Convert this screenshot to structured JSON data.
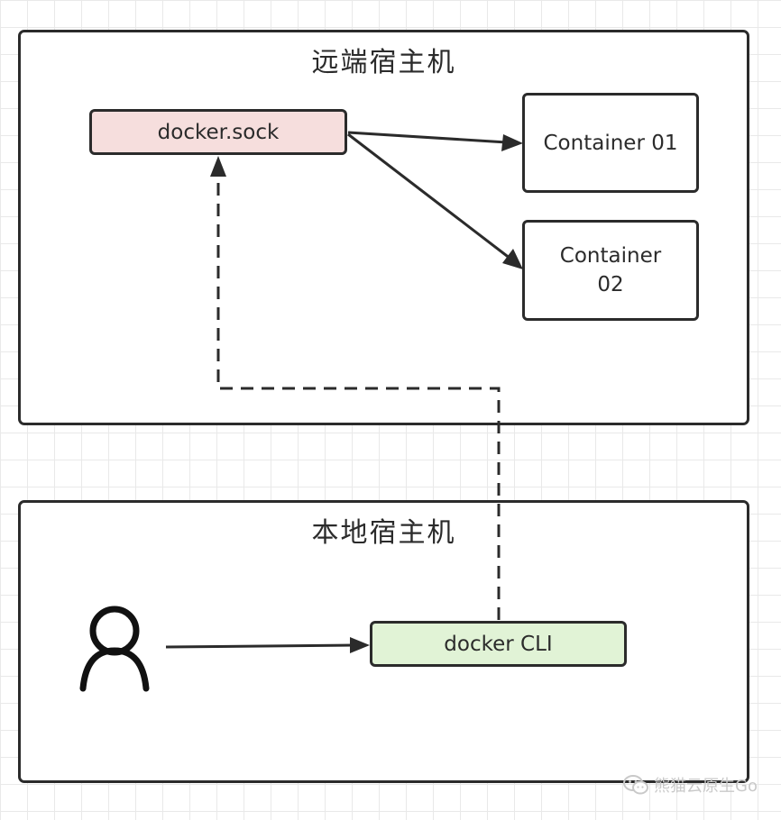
{
  "remote_host": {
    "title": "远端宿主机",
    "socket_label": "docker.sock",
    "containers": [
      {
        "label": "Container 01"
      },
      {
        "label": "Container\n02"
      }
    ]
  },
  "local_host": {
    "title": "本地宿主机",
    "cli_label": "docker CLI"
  },
  "colors": {
    "socket_fill": "#f6dedd",
    "cli_fill": "#e1f3d6",
    "stroke": "#2b2b2b"
  },
  "icons": {
    "user": "user-icon",
    "watermark": "wechat-icon"
  },
  "watermark": {
    "text": "熊猫云原生Go"
  }
}
